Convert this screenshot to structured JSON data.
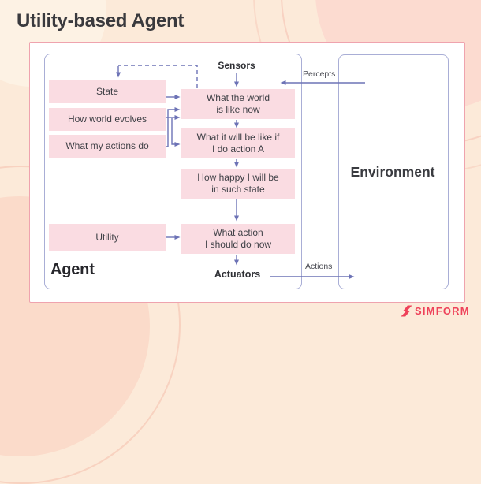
{
  "title": "Utility-based Agent",
  "diagram": {
    "agent_label": "Agent",
    "environment_label": "Environment",
    "sensors_label": "Sensors",
    "actuators_label": "Actuators",
    "percepts_label": "Percepts",
    "actions_label": "Actions",
    "knowledge_boxes": [
      {
        "label": "State"
      },
      {
        "label": "How world evolves"
      },
      {
        "label": "What my actions do"
      },
      {
        "label": "Utility"
      }
    ],
    "process_boxes": [
      {
        "line1": "What the world",
        "line2": "is like now"
      },
      {
        "line1": "What it will be like if",
        "line2": "I do action A"
      },
      {
        "line1": "How happy I will be",
        "line2": "in such state"
      },
      {
        "line1": "What action",
        "line2": "I should do now"
      }
    ]
  },
  "branding": {
    "logo_text": "SIMFORM"
  },
  "colors": {
    "arrow": "#6d73b6",
    "box_fill": "#fadce2",
    "card_border": "#efa3ae",
    "frame_border": "#a9aed6",
    "logo_red": "#ee4159",
    "background": "#fcead9",
    "title_text": "#3a3a3e"
  }
}
